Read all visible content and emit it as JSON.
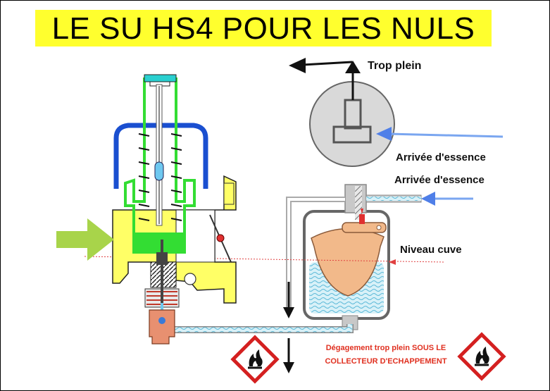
{
  "title": "LE SU HS4 POUR LES NULS",
  "labels": {
    "overflow": "Trop plein",
    "fuel_inlet_1": "Arrivée d'essence",
    "fuel_inlet_2": "Arrivée d'essence",
    "bowl_level": "Niveau cuve",
    "warning_line1": "Dégagement trop plein SOUS LE",
    "warning_line2": "COLLECTEUR D'ECHAPPEMENT"
  },
  "colors": {
    "title_bg": "#ffff2e",
    "body_yellow": "#ffff66",
    "dashpot_blue": "#1a4fd0",
    "piston_green": "#33dd33",
    "float_orange": "#f2b98a",
    "fuel_blue": "#aee0f0",
    "hazard_red": "#d42020"
  },
  "icons": [
    "flammable-hazard-icon",
    "flammable-hazard-icon"
  ]
}
